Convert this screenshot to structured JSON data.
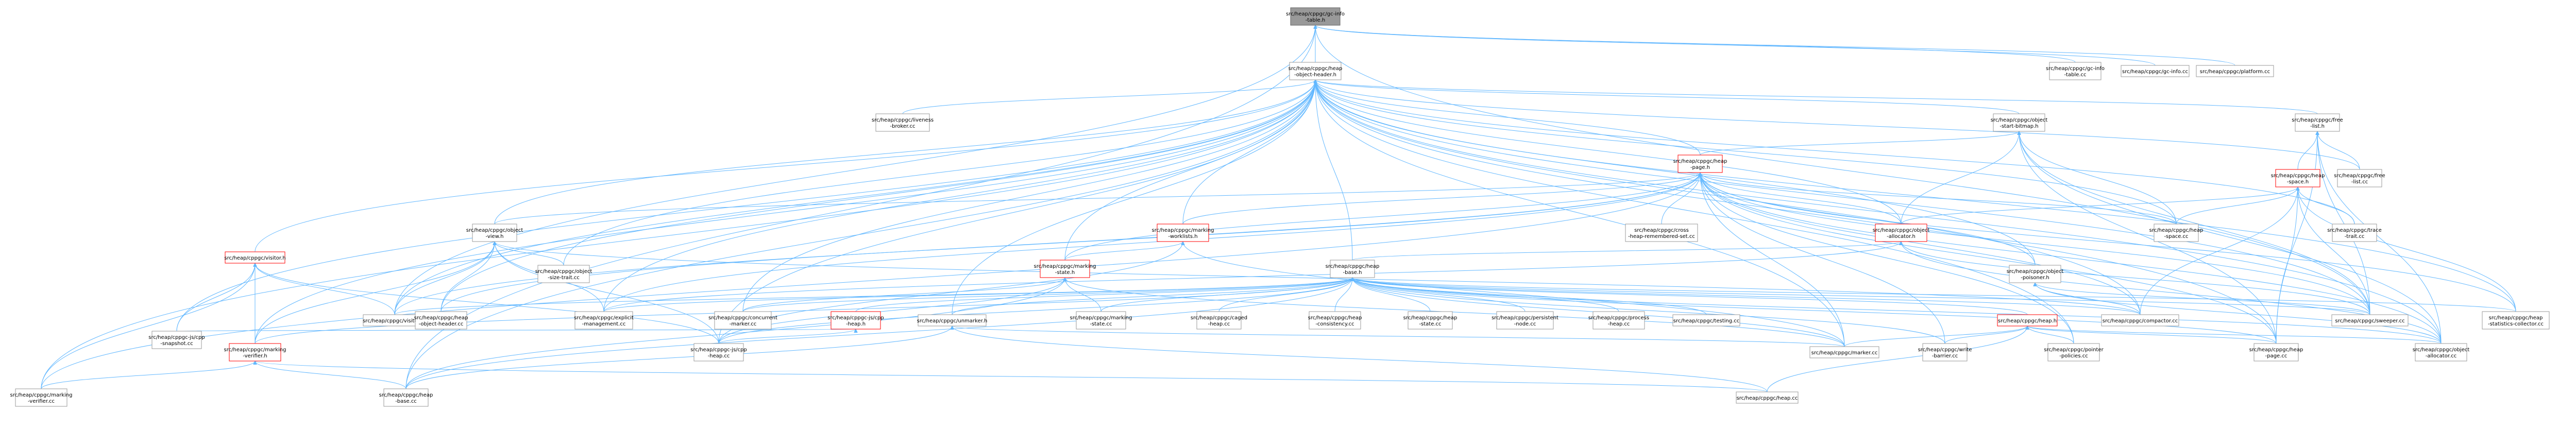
{
  "graph_title": "",
  "colors": {
    "edge": "#63b8ff",
    "node_border": "#999999",
    "node_border_incomplete": "#ff0000",
    "root_fill": "#999999"
  },
  "nodes": [
    {
      "id": "root",
      "lines": [
        "src/heap/cppgc/gc-info",
        "-table.h"
      ],
      "style": "root"
    },
    {
      "id": "ohh",
      "lines": [
        "src/heap/cppgc/heap",
        "-object-header.h"
      ],
      "style": "normal"
    },
    {
      "id": "gcinfo_cc",
      "lines": [
        "src/heap/cppgc/gc-info",
        "-table.cc"
      ],
      "style": "normal"
    },
    {
      "id": "gcinfo2_cc",
      "lines": [
        "src/heap/cppgc/gc-info.cc"
      ],
      "style": "normal"
    },
    {
      "id": "platform_cc",
      "lines": [
        "src/heap/cppgc/platform.cc"
      ],
      "style": "normal"
    },
    {
      "id": "liveness",
      "lines": [
        "src/heap/cppgc/liveness",
        "-broker.cc"
      ],
      "style": "normal"
    },
    {
      "id": "osb",
      "lines": [
        "src/heap/cppgc/object",
        "-start-bitmap.h"
      ],
      "style": "normal"
    },
    {
      "id": "freelist_h",
      "lines": [
        "src/heap/cppgc/free",
        "-list.h"
      ],
      "style": "normal"
    },
    {
      "id": "heap_page_h",
      "lines": [
        "src/heap/cppgc/heap",
        "-page.h"
      ],
      "style": "red"
    },
    {
      "id": "heap_space_h",
      "lines": [
        "src/heap/cppgc/heap",
        "-space.h"
      ],
      "style": "red"
    },
    {
      "id": "freelist_cc",
      "lines": [
        "src/heap/cppgc/free",
        "-list.cc"
      ],
      "style": "normal"
    },
    {
      "id": "ov_h",
      "lines": [
        "src/heap/cppgc/object",
        "-view.h"
      ],
      "style": "normal"
    },
    {
      "id": "mwl_h",
      "lines": [
        "src/heap/cppgc/marking",
        "-worklists.h"
      ],
      "style": "red"
    },
    {
      "id": "cross_heap",
      "lines": [
        "src/heap/cppgc/cross",
        "-heap-remembered-set.cc"
      ],
      "style": "normal"
    },
    {
      "id": "oa_h",
      "lines": [
        "src/heap/cppgc/object",
        "-allocator.h"
      ],
      "style": "red"
    },
    {
      "id": "heap_space_cc",
      "lines": [
        "src/heap/cppgc/heap",
        "-space.cc"
      ],
      "style": "normal"
    },
    {
      "id": "trace_trait",
      "lines": [
        "src/heap/cppgc/trace",
        "-trait.cc"
      ],
      "style": "normal"
    },
    {
      "id": "visitor_h",
      "lines": [
        "src/heap/cppgc/visitor.h"
      ],
      "style": "red"
    },
    {
      "id": "ost_cc",
      "lines": [
        "src/heap/cppgc/object",
        "-size-trait.cc"
      ],
      "style": "normal"
    },
    {
      "id": "ms_h",
      "lines": [
        "src/heap/cppgc/marking",
        "-state.h"
      ],
      "style": "red"
    },
    {
      "id": "heap_base_h",
      "lines": [
        "src/heap/cppgc/heap",
        "-base.h"
      ],
      "style": "normal"
    },
    {
      "id": "op_h",
      "lines": [
        "src/heap/cppgc/object",
        "-poisoner.h"
      ],
      "style": "normal"
    },
    {
      "id": "visitor_cc",
      "lines": [
        "src/heap/cppgc/visitor.cc"
      ],
      "style": "normal"
    },
    {
      "id": "ohh_cc",
      "lines": [
        "src/heap/cppgc/heap",
        "-object-header.cc"
      ],
      "style": "normal"
    },
    {
      "id": "explicit",
      "lines": [
        "src/heap/cppgc/explicit",
        "-management.cc"
      ],
      "style": "normal"
    },
    {
      "id": "conc_marker",
      "lines": [
        "src/heap/cppgc/concurrent",
        "-marker.cc"
      ],
      "style": "normal"
    },
    {
      "id": "pirpp_h",
      "lines": [
        "src/heap/cppgc-js/cpp",
        "-heap.h"
      ],
      "style": "red"
    },
    {
      "id": "unmarker",
      "lines": [
        "src/heap/cppgc/unmarker.h"
      ],
      "style": "normal"
    },
    {
      "id": "ms_cc",
      "lines": [
        "src/heap/cppgc/marking",
        "-state.cc"
      ],
      "style": "normal"
    },
    {
      "id": "caged",
      "lines": [
        "src/heap/cppgc/caged",
        "-heap.cc"
      ],
      "style": "normal"
    },
    {
      "id": "consistency",
      "lines": [
        "src/heap/cppgc/heap",
        "-consistency.cc"
      ],
      "style": "normal"
    },
    {
      "id": "heap_state",
      "lines": [
        "src/heap/cppgc/heap",
        "-state.cc"
      ],
      "style": "normal"
    },
    {
      "id": "persistent",
      "lines": [
        "src/heap/cppgc/persistent",
        "-node.cc"
      ],
      "style": "normal"
    },
    {
      "id": "process_heap",
      "lines": [
        "src/heap/cppgc/process",
        "-heap.cc"
      ],
      "style": "normal"
    },
    {
      "id": "testing",
      "lines": [
        "src/heap/cppgc/testing.cc"
      ],
      "style": "normal"
    },
    {
      "id": "compactor",
      "lines": [
        "src/heap/cppgc/compactor.cc"
      ],
      "style": "normal"
    },
    {
      "id": "sweeper",
      "lines": [
        "src/heap/cppgc/sweeper.cc"
      ],
      "style": "normal"
    },
    {
      "id": "stats",
      "lines": [
        "src/heap/cppgc/heap",
        "-statistics-collector.cc"
      ],
      "style": "normal"
    },
    {
      "id": "heap_h",
      "lines": [
        "src/heap/cppgc/heap.h"
      ],
      "style": "red"
    },
    {
      "id": "snapshot",
      "lines": [
        "src/heap/cppgc-js/cpp",
        "-snapshot.cc"
      ],
      "style": "normal"
    },
    {
      "id": "mv_h",
      "lines": [
        "src/heap/cppgc/marking",
        "-verifier.h"
      ],
      "style": "red"
    },
    {
      "id": "cpp_heap_cc",
      "lines": [
        "src/heap/cppgc-js/cpp",
        "-heap.cc"
      ],
      "style": "normal"
    },
    {
      "id": "marker_cc",
      "lines": [
        "src/heap/cppgc/marker.cc"
      ],
      "style": "normal"
    },
    {
      "id": "write_barrier",
      "lines": [
        "src/heap/cppgc/write",
        "-barrier.cc"
      ],
      "style": "normal"
    },
    {
      "id": "pointer_policies",
      "lines": [
        "src/heap/cppgc/pointer",
        "-policies.cc"
      ],
      "style": "normal"
    },
    {
      "id": "heap_page_cc",
      "lines": [
        "src/heap/cppgc/heap",
        "-page.cc"
      ],
      "style": "normal"
    },
    {
      "id": "oa_cc",
      "lines": [
        "src/heap/cppgc/object",
        "-allocator.cc"
      ],
      "style": "normal"
    },
    {
      "id": "mv_cc",
      "lines": [
        "src/heap/cppgc/marking",
        "-verifier.cc"
      ],
      "style": "normal"
    },
    {
      "id": "heap_base_cc",
      "lines": [
        "src/heap/cppgc/heap",
        "-base.cc"
      ],
      "style": "normal"
    },
    {
      "id": "heap_cc",
      "lines": [
        "src/heap/cppgc/heap.cc"
      ],
      "style": "normal"
    }
  ],
  "edges": [
    [
      "gcinfo_cc",
      "root"
    ],
    [
      "gcinfo2_cc",
      "root"
    ],
    [
      "platform_cc",
      "root"
    ],
    [
      "ohh",
      "root"
    ],
    [
      "sweeper",
      "root"
    ],
    [
      "visitor_cc",
      "root"
    ],
    [
      "heap_base_cc",
      "root"
    ],
    [
      "liveness",
      "ohh"
    ],
    [
      "osb",
      "ohh"
    ],
    [
      "freelist_h",
      "ohh"
    ],
    [
      "heap_page_h",
      "ohh"
    ],
    [
      "ov_h",
      "ohh"
    ],
    [
      "mwl_h",
      "ohh"
    ],
    [
      "oa_h",
      "ohh"
    ],
    [
      "visitor_h",
      "ohh"
    ],
    [
      "heap_base_h",
      "ohh"
    ],
    [
      "op_h",
      "ohh"
    ],
    [
      "ohh_cc",
      "ohh"
    ],
    [
      "explicit",
      "ohh"
    ],
    [
      "unmarker",
      "ohh"
    ],
    [
      "ms_h",
      "ohh"
    ],
    [
      "mv_h",
      "ohh"
    ],
    [
      "snapshot",
      "ohh"
    ],
    [
      "mv_cc",
      "ohh"
    ],
    [
      "sweeper",
      "ohh"
    ],
    [
      "stats",
      "ohh"
    ],
    [
      "heap_page_cc",
      "ohh"
    ],
    [
      "oa_cc",
      "ohh"
    ],
    [
      "marker_cc",
      "ohh"
    ],
    [
      "trace_trait",
      "ohh"
    ],
    [
      "heap_space_cc",
      "ohh"
    ],
    [
      "compactor",
      "ohh"
    ],
    [
      "conc_marker",
      "ohh"
    ],
    [
      "pointer_policies",
      "ohh"
    ],
    [
      "visitor_cc",
      "ohh"
    ],
    [
      "ost_cc",
      "ohh"
    ],
    [
      "cpp_heap_cc",
      "ohh"
    ],
    [
      "freelist_cc",
      "ohh"
    ],
    [
      "heap_base_cc",
      "ohh"
    ],
    [
      "heap_page_h",
      "osb"
    ],
    [
      "oa_h",
      "osb"
    ],
    [
      "heap_space_cc",
      "osb"
    ],
    [
      "sweeper",
      "osb"
    ],
    [
      "heap_page_cc",
      "osb"
    ],
    [
      "oa_cc",
      "osb"
    ],
    [
      "heap_space_h",
      "freelist_h"
    ],
    [
      "freelist_cc",
      "freelist_h"
    ],
    [
      "sweeper",
      "freelist_h"
    ],
    [
      "heap_page_cc",
      "freelist_h"
    ],
    [
      "oa_cc",
      "freelist_h"
    ],
    [
      "oa_h",
      "heap_space_h"
    ],
    [
      "heap_space_cc",
      "heap_space_h"
    ],
    [
      "trace_trait",
      "heap_space_h"
    ],
    [
      "sweeper",
      "heap_space_h"
    ],
    [
      "heap_page_cc",
      "heap_space_h"
    ],
    [
      "compactor",
      "heap_space_h"
    ],
    [
      "stats",
      "heap_space_h"
    ],
    [
      "ov_h",
      "heap_page_h"
    ],
    [
      "mwl_h",
      "heap_page_h"
    ],
    [
      "cross_heap",
      "heap_page_h"
    ],
    [
      "oa_h",
      "heap_page_h"
    ],
    [
      "heap_space_cc",
      "heap_page_h"
    ],
    [
      "ms_h",
      "heap_page_h"
    ],
    [
      "visitor_cc",
      "heap_page_h"
    ],
    [
      "ohh_cc",
      "heap_page_h"
    ],
    [
      "explicit",
      "heap_page_h"
    ],
    [
      "op_h",
      "heap_page_h"
    ],
    [
      "marker_cc",
      "heap_page_h"
    ],
    [
      "write_barrier",
      "heap_page_h"
    ],
    [
      "pointer_policies",
      "heap_page_h"
    ],
    [
      "sweeper",
      "heap_page_h"
    ],
    [
      "compactor",
      "heap_page_h"
    ],
    [
      "heap_page_cc",
      "heap_page_h"
    ],
    [
      "oa_cc",
      "heap_page_h"
    ],
    [
      "stats",
      "heap_page_h"
    ],
    [
      "mv_cc",
      "heap_page_h"
    ],
    [
      "ost_cc",
      "ov_h"
    ],
    [
      "visitor_cc",
      "ov_h"
    ],
    [
      "ohh_cc",
      "ov_h"
    ],
    [
      "explicit",
      "ov_h"
    ],
    [
      "compactor",
      "ov_h"
    ],
    [
      "mv_h",
      "ov_h"
    ],
    [
      "cpp_heap_cc",
      "ov_h"
    ],
    [
      "ms_h",
      "mwl_h"
    ],
    [
      "marker_cc",
      "mwl_h"
    ],
    [
      "cpp_heap_cc",
      "mwl_h"
    ],
    [
      "heap_base_h",
      "oa_h"
    ],
    [
      "sweeper",
      "oa_h"
    ],
    [
      "explicit",
      "oa_h"
    ],
    [
      "oa_cc",
      "oa_h"
    ],
    [
      "mv_h",
      "visitor_h"
    ],
    [
      "visitor_cc",
      "visitor_h"
    ],
    [
      "snapshot",
      "visitor_h"
    ],
    [
      "cpp_heap_cc",
      "visitor_h"
    ],
    [
      "mv_cc",
      "visitor_h"
    ],
    [
      "conc_marker",
      "ms_h"
    ],
    [
      "ms_cc",
      "ms_h"
    ],
    [
      "cpp_heap_cc",
      "ms_h"
    ],
    [
      "marker_cc",
      "ms_h"
    ],
    [
      "heap_base_cc",
      "ms_h"
    ],
    [
      "visitor_cc",
      "heap_base_h"
    ],
    [
      "explicit",
      "heap_base_h"
    ],
    [
      "conc_marker",
      "heap_base_h"
    ],
    [
      "pirpp_h",
      "heap_base_h"
    ],
    [
      "unmarker",
      "heap_base_h"
    ],
    [
      "ms_cc",
      "heap_base_h"
    ],
    [
      "caged",
      "heap_base_h"
    ],
    [
      "consistency",
      "heap_base_h"
    ],
    [
      "heap_state",
      "heap_base_h"
    ],
    [
      "persistent",
      "heap_base_h"
    ],
    [
      "process_heap",
      "heap_base_h"
    ],
    [
      "testing",
      "heap_base_h"
    ],
    [
      "compactor",
      "heap_base_h"
    ],
    [
      "sweeper",
      "heap_base_h"
    ],
    [
      "stats",
      "heap_base_h"
    ],
    [
      "heap_h",
      "heap_base_h"
    ],
    [
      "mv_h",
      "heap_base_h"
    ],
    [
      "cpp_heap_cc",
      "heap_base_h"
    ],
    [
      "marker_cc",
      "heap_base_h"
    ],
    [
      "write_barrier",
      "heap_base_h"
    ],
    [
      "heap_page_cc",
      "heap_base_h"
    ],
    [
      "oa_cc",
      "heap_base_h"
    ],
    [
      "heap_base_cc",
      "heap_base_h"
    ],
    [
      "compactor",
      "op_h"
    ],
    [
      "sweeper",
      "op_h"
    ],
    [
      "oa_cc",
      "op_h"
    ],
    [
      "snapshot",
      "pirpp_h"
    ],
    [
      "cpp_heap_cc",
      "pirpp_h"
    ],
    [
      "marker_cc",
      "unmarker"
    ],
    [
      "heap_cc",
      "unmarker"
    ],
    [
      "heap_base_cc",
      "unmarker"
    ],
    [
      "marker_cc",
      "heap_h"
    ],
    [
      "write_barrier",
      "heap_h"
    ],
    [
      "pointer_policies",
      "heap_h"
    ],
    [
      "heap_page_cc",
      "heap_h"
    ],
    [
      "oa_cc",
      "heap_h"
    ],
    [
      "heap_cc",
      "heap_h"
    ],
    [
      "mv_cc",
      "mv_h"
    ],
    [
      "heap_base_cc",
      "mv_h"
    ],
    [
      "heap_cc",
      "mv_h"
    ]
  ]
}
